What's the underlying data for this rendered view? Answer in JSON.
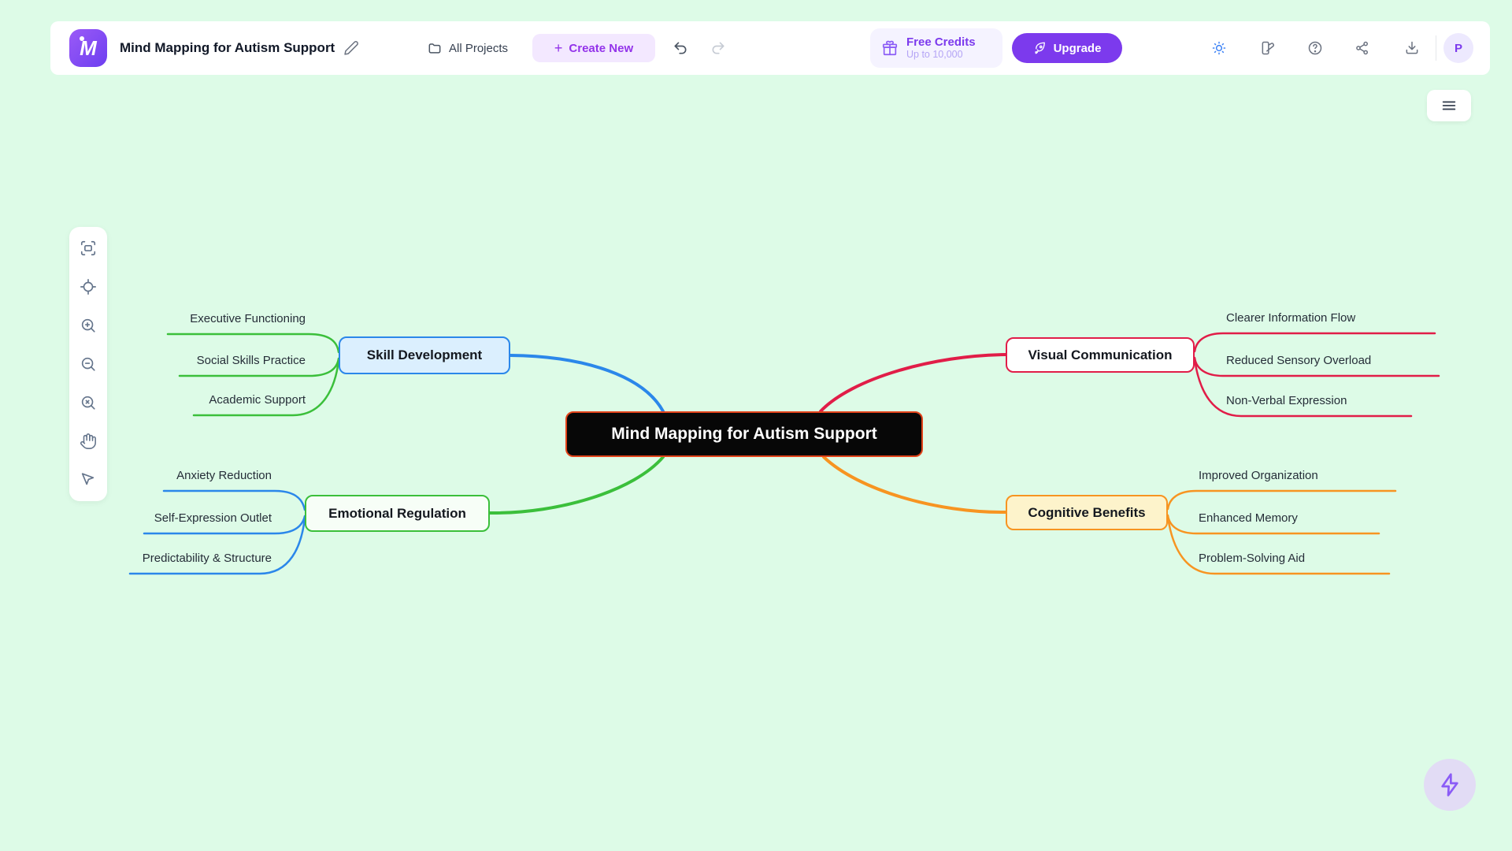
{
  "header": {
    "logo_letter": "M",
    "title": "Mind Mapping for Autism Support",
    "nav": {
      "all_projects": "All Projects",
      "plus": "+",
      "create_new": "Create New"
    },
    "credits": {
      "label": "Free Credits",
      "sublabel": "Up to 10,000"
    },
    "upgrade_label": "Upgrade",
    "avatar_initial": "P"
  },
  "canvas_toolbar": {
    "tools": [
      "fit-view",
      "locate",
      "zoom-in",
      "zoom-out",
      "zoom-reset",
      "pan",
      "select"
    ]
  },
  "colors": {
    "background": "#ddfbe7",
    "brand_purple": "#7c3aed",
    "branch_blue": "#2b87ea",
    "branch_green": "#3bbf3b",
    "branch_red": "#e11d48",
    "branch_orange": "#f79421",
    "root_fill": "#070707",
    "root_border": "#e2431a"
  },
  "mindmap": {
    "root": {
      "label": "Mind Mapping for Autism Support"
    },
    "branches": [
      {
        "label": "Skill Development",
        "node_color": "#2b87ea",
        "child_line_color": "#3bbf3b",
        "children": [
          {
            "label": "Executive Functioning"
          },
          {
            "label": "Social Skills Practice"
          },
          {
            "label": "Academic Support"
          }
        ]
      },
      {
        "label": "Emotional Regulation",
        "node_color": "#3bbf3b",
        "child_line_color": "#2b87ea",
        "children": [
          {
            "label": "Anxiety Reduction"
          },
          {
            "label": "Self-Expression Outlet"
          },
          {
            "label": "Predictability & Structure"
          }
        ]
      },
      {
        "label": "Visual Communication",
        "node_color": "#e11d48",
        "child_line_color": "#e11d48",
        "children": [
          {
            "label": "Clearer Information Flow"
          },
          {
            "label": "Reduced Sensory Overload"
          },
          {
            "label": "Non-Verbal Expression"
          }
        ]
      },
      {
        "label": "Cognitive Benefits",
        "node_color": "#f79421",
        "child_line_color": "#f79421",
        "children": [
          {
            "label": "Improved Organization"
          },
          {
            "label": "Enhanced Memory"
          },
          {
            "label": "Problem-Solving Aid"
          }
        ]
      }
    ]
  }
}
